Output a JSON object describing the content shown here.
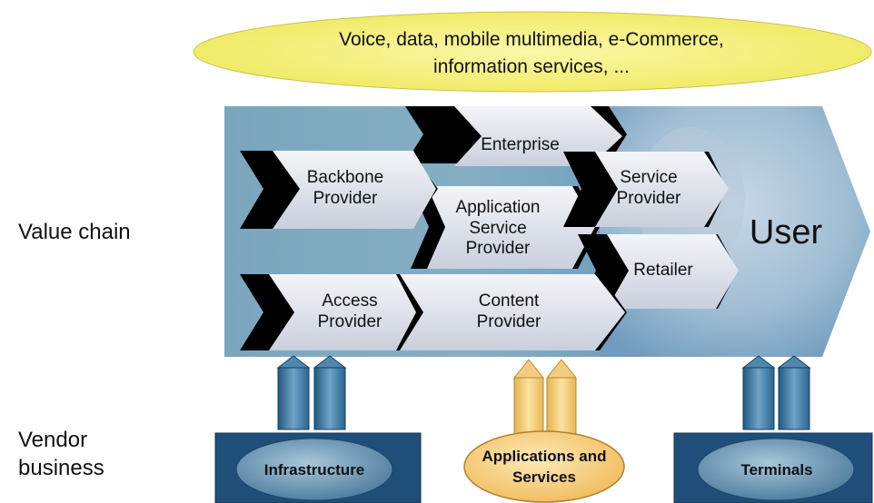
{
  "banner": {
    "line1": "Voice, data, mobile multimedia, e-Commerce,",
    "line2": "information services, ..."
  },
  "side_labels": {
    "value_chain": "Value chain",
    "vendor_business": "Vendor\nbusiness"
  },
  "chain": {
    "enterprise": "Enterprise",
    "backbone": "Backbone\nProvider",
    "application_service": "Application\nService\nProvider",
    "service": "Service\nProvider",
    "retailer": "Retailer",
    "access": "Access\nProvider",
    "content": "Content\nProvider",
    "user": "User"
  },
  "vendors": {
    "infrastructure": "Infrastructure",
    "applications": "Applications and\nServices",
    "terminals": "Terminals"
  },
  "colors": {
    "panel": "#7ea9bf",
    "banner": "#f4f070",
    "chevron": "#dfe3ec",
    "vendor_box": "#1f4e78",
    "vendor_ellipse": "#5e8aa8",
    "app_ellipse": "#f5c76a",
    "arrow_blue": "#2e6e95",
    "arrow_yellow": "#f2c86a"
  }
}
